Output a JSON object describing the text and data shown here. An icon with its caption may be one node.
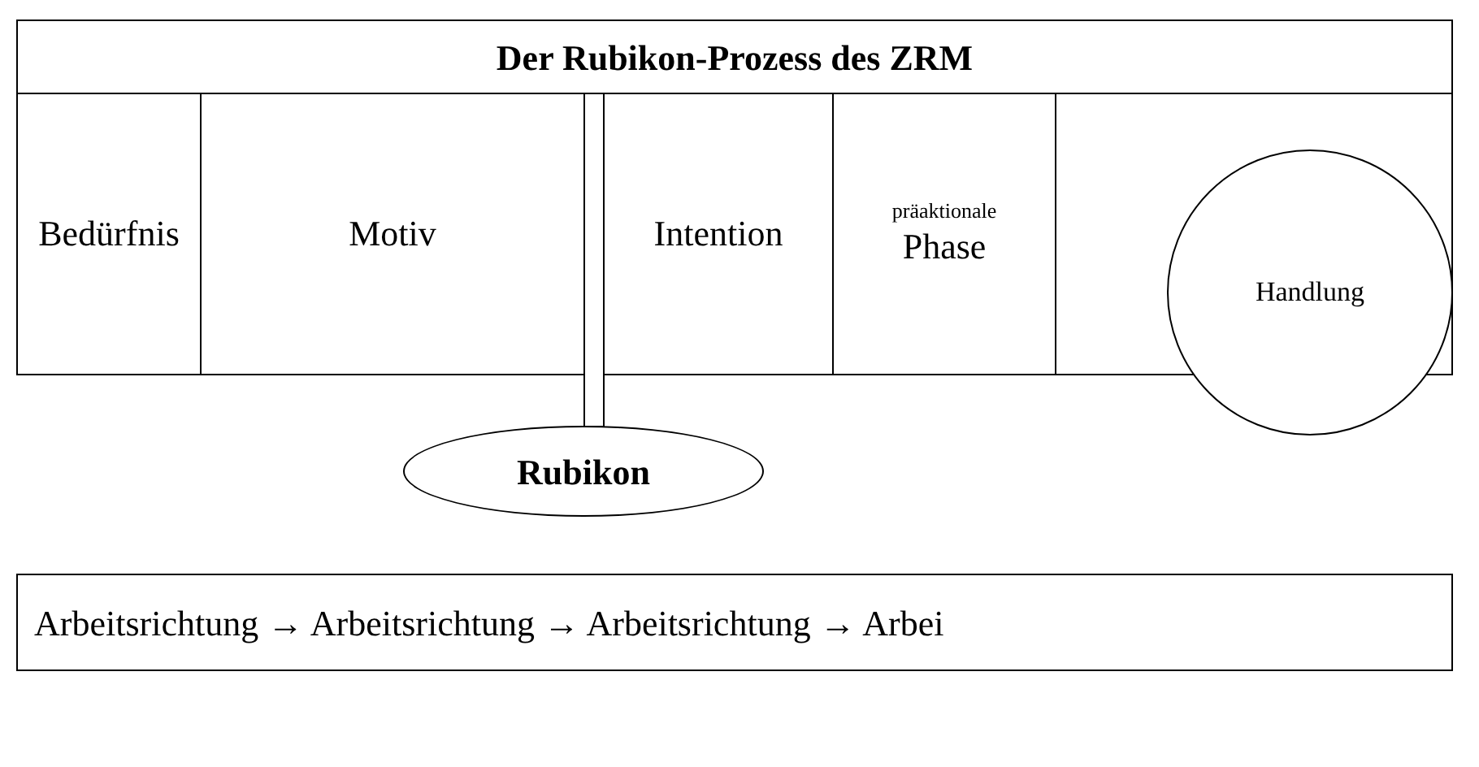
{
  "diagram": {
    "nodes": [
      {
        "text": [
          "Der Rubikon-Prozess des ZRM"
        ]
      },
      {
        "text": [
          "Bedürfnis"
        ]
      },
      {
        "text": [
          "Motiv"
        ]
      },
      {
        "text": [],
        "shape": "bar"
      },
      {
        "text": [
          "Intention"
        ]
      },
      {
        "text": [
          "präaktionale",
          "Phase"
        ]
      },
      {
        "text": [],
        "shape": "box"
      },
      {
        "text": [
          "Handlung"
        ]
      },
      {
        "text": [
          "Rubikon"
        ]
      },
      {
        "text": [
          "Arbeitsrichtung → Arbeitsrichtung → Arbeitsrichtung → Arbei"
        ]
      }
    ]
  }
}
